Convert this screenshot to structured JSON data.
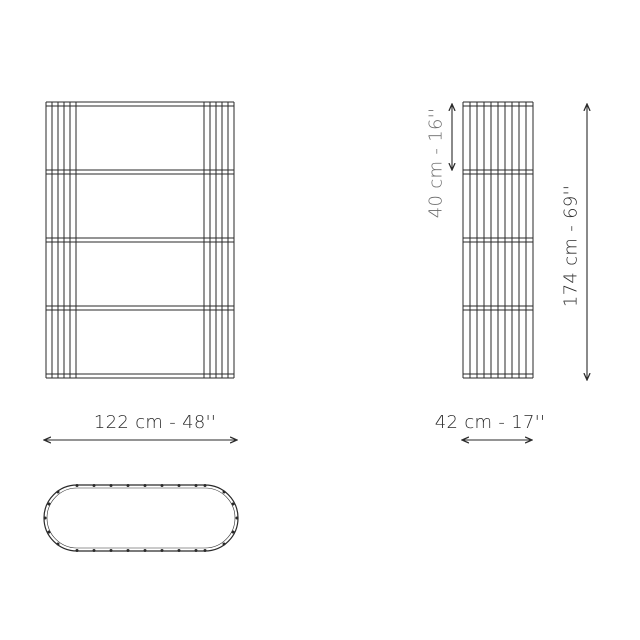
{
  "dimensions": {
    "width": "122 cm - 48''",
    "depth": "42 cm - 17''",
    "height": "174 cm - 69''",
    "shelf_spacing": "40 cm - 16''"
  },
  "colors": {
    "line": "#2a2a2a",
    "muted_text": "#6a6a6a",
    "background": "#ffffff"
  }
}
